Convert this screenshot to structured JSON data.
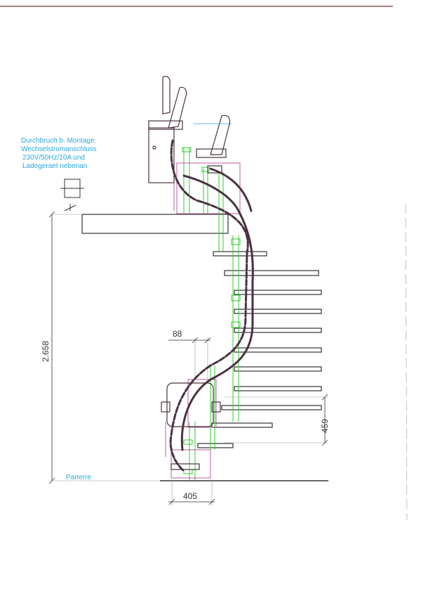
{
  "notes": {
    "line1": "Durchbruch b. Montage:",
    "line2": "Wechselstromanschluss",
    "line3": "230V/50Hz/10A und",
    "line4": "Ladegeraet nebenan",
    "floor_label": "Parterre"
  },
  "dimensions": {
    "total_height": "2.658",
    "offset_top": "88",
    "step_height": "459",
    "base_width": "405"
  },
  "colors": {
    "rail": "#4a3142",
    "green": "#33cc33",
    "magenta": "#b0368a",
    "cyan": "#29a9e0",
    "line": "#333333"
  }
}
